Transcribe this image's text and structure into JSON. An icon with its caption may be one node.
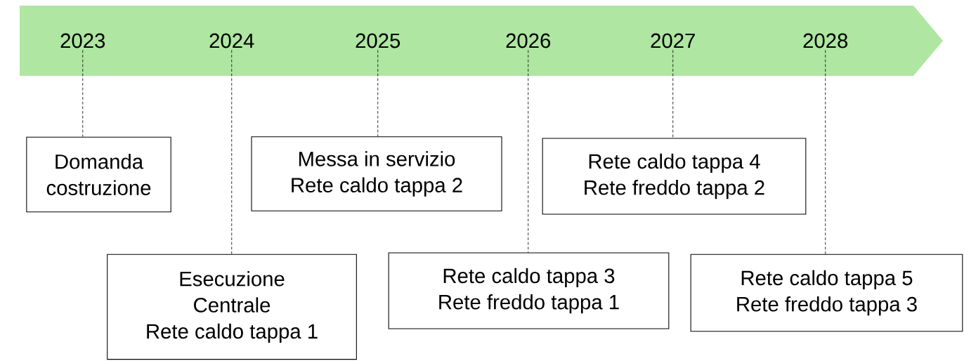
{
  "diagram": {
    "nodes": [
      {
        "text": [],
        "shape": "arrow"
      },
      {
        "text": [
          "2023"
        ],
        "in": 0
      },
      {
        "text": [
          "2024"
        ],
        "in": 0
      },
      {
        "text": [
          "2025"
        ],
        "in": 0
      },
      {
        "text": [
          "2026"
        ],
        "in": 0
      },
      {
        "text": [
          "2027"
        ],
        "in": 0
      },
      {
        "text": [
          "2028"
        ],
        "in": 0
      },
      {
        "text": [
          "Domanda",
          "costruzione"
        ]
      },
      {
        "text": [
          "Esecuzione",
          "Centrale",
          "Rete caldo tappa 1"
        ]
      },
      {
        "text": [
          "Messa in servizio",
          "Rete caldo tappa 2"
        ]
      },
      {
        "text": [
          "Rete caldo tappa 3",
          "Rete freddo tappa 1"
        ]
      },
      {
        "text": [
          "Rete caldo tappa 4",
          "Rete freddo tappa 2"
        ]
      },
      {
        "text": [
          "Rete caldo tappa 5",
          "Rete freddo tappa 3"
        ]
      }
    ],
    "edges": [
      {
        "from": 1,
        "to": 7,
        "arrow": "none",
        "style": "dashed"
      },
      {
        "from": 2,
        "to": 8,
        "arrow": "none",
        "style": "dashed"
      },
      {
        "from": 3,
        "to": 9,
        "arrow": "none",
        "style": "dashed"
      },
      {
        "from": 4,
        "to": 10,
        "arrow": "none",
        "style": "dashed"
      },
      {
        "from": 5,
        "to": 11,
        "arrow": "none",
        "style": "dashed"
      },
      {
        "from": 6,
        "to": 12,
        "arrow": "none",
        "style": "dashed"
      }
    ]
  }
}
